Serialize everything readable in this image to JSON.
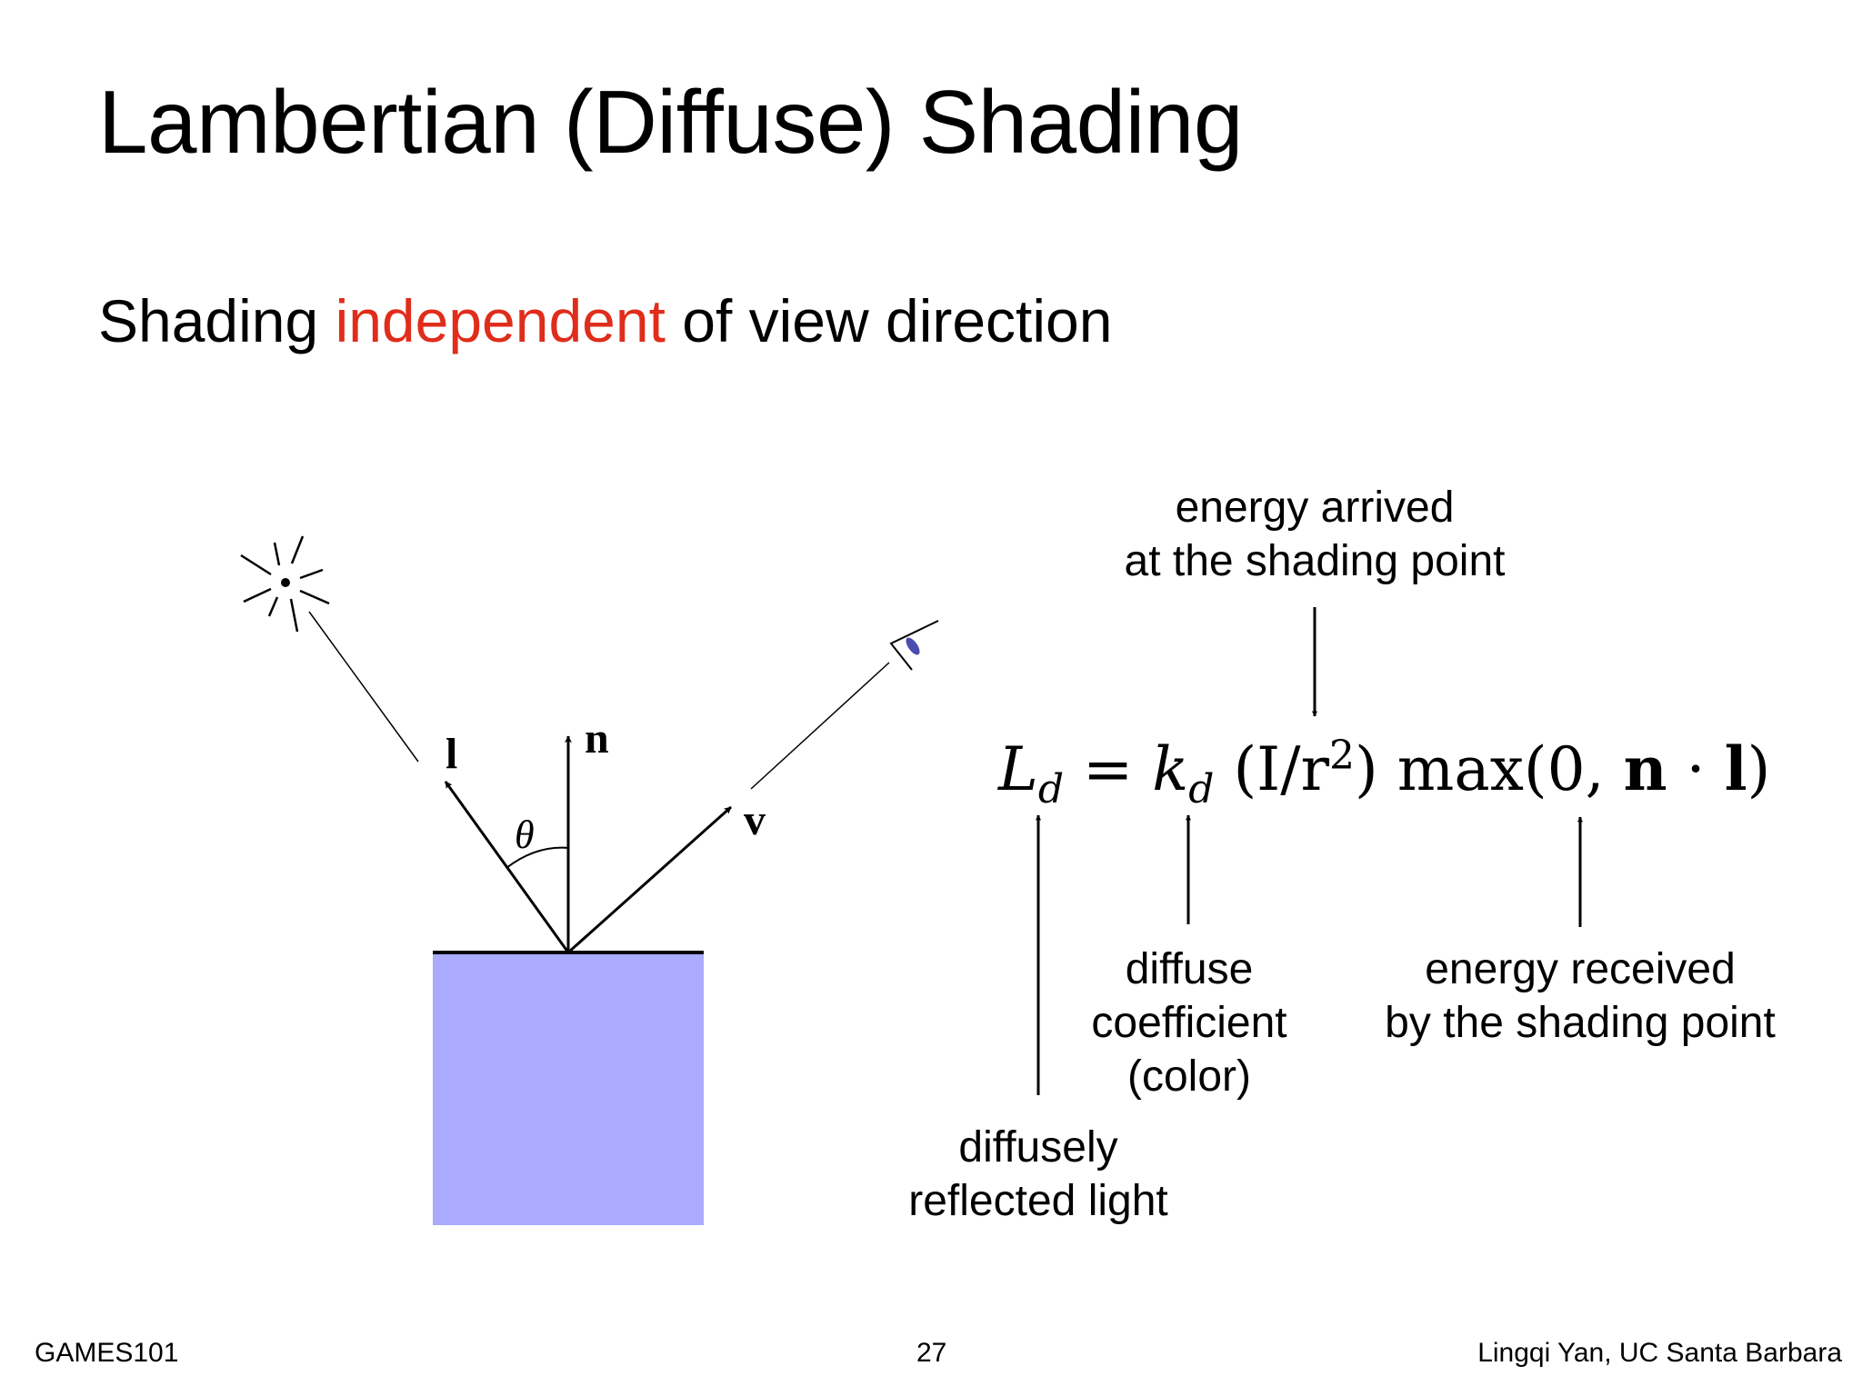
{
  "slide": {
    "title": "Lambertian (Diffuse) Shading",
    "subtitle": {
      "before": "Shading ",
      "highlight": "independent",
      "after": " of view direction",
      "highlight_color": "#e02d1b"
    }
  },
  "diagram": {
    "surface_color": "#aaaaff",
    "vectors": {
      "light": "l",
      "normal": "n",
      "view": "v",
      "angle": "θ"
    },
    "icons": [
      "sun-icon",
      "eye-icon"
    ]
  },
  "formula": {
    "L": "L",
    "L_sub": "d",
    "eq": "=",
    "k": "k",
    "k_sub": "d",
    "open_paren": "(I/r",
    "exp": "2",
    "close_paren": ")",
    "max_open": "max(0, ",
    "n": "n",
    "dot": " · ",
    "l": "l",
    "max_close": ")"
  },
  "annotations": {
    "energy_arrived": [
      "energy arrived",
      "at the shading point"
    ],
    "diffusely_reflected": [
      "diffusely",
      "reflected light"
    ],
    "diffuse_coefficient": [
      "diffuse",
      "coefficient",
      "(color)"
    ],
    "energy_received": [
      "energy received",
      "by the shading point"
    ]
  },
  "footer": {
    "course": "GAMES101",
    "page_number": "27",
    "author": "Lingqi Yan, UC Santa Barbara"
  }
}
